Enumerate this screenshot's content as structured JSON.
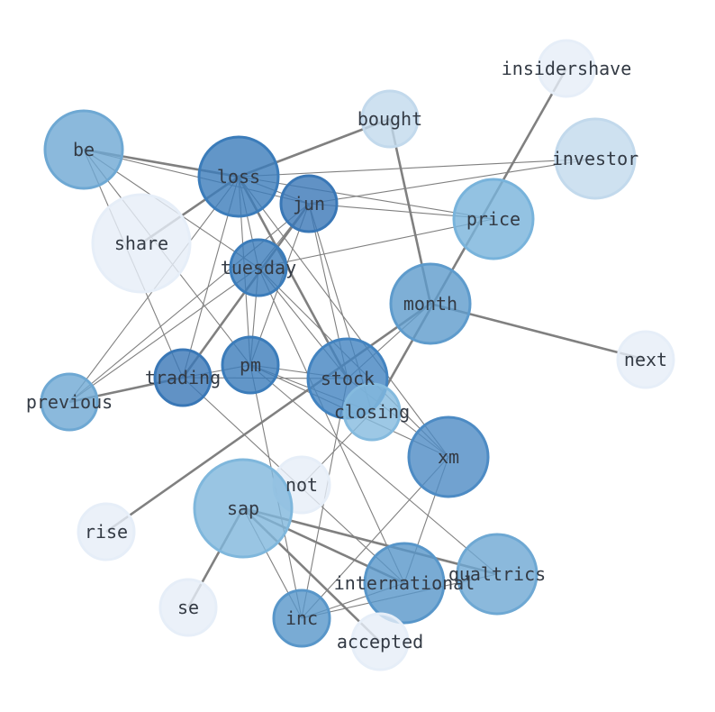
{
  "graph": {
    "nodes": [
      {
        "id": "insidershave",
        "label": "insidershave",
        "color": "#e6eef8"
      },
      {
        "id": "bought",
        "label": "bought",
        "color": "#c2d9ec"
      },
      {
        "id": "be",
        "label": "be",
        "color": "#6ea8d3"
      },
      {
        "id": "loss",
        "label": "loss",
        "color": "#3b7cba"
      },
      {
        "id": "investor",
        "label": "investor",
        "color": "#c2d9ec"
      },
      {
        "id": "jun",
        "label": "jun",
        "color": "#3977b6"
      },
      {
        "id": "share",
        "label": "share",
        "color": "#e6eef8"
      },
      {
        "id": "price",
        "label": "price",
        "color": "#78b3db"
      },
      {
        "id": "tuesday",
        "label": "tuesday",
        "color": "#3b7cba"
      },
      {
        "id": "month",
        "label": "month",
        "color": "#5e9bcc"
      },
      {
        "id": "next",
        "label": "next",
        "color": "#e6eef8"
      },
      {
        "id": "pm",
        "label": "pm",
        "color": "#3b7cba"
      },
      {
        "id": "trading",
        "label": "trading",
        "color": "#3977b6"
      },
      {
        "id": "stock",
        "label": "stock",
        "color": "#4283c0"
      },
      {
        "id": "previous",
        "label": "previous",
        "color": "#6ea8d3"
      },
      {
        "id": "closing",
        "label": "closing",
        "color": "#84bade"
      },
      {
        "id": "xm",
        "label": "xm",
        "color": "#4d8bc4"
      },
      {
        "id": "not",
        "label": "not",
        "color": "#e6eef8"
      },
      {
        "id": "sap",
        "label": "sap",
        "color": "#7fb7dc"
      },
      {
        "id": "rise",
        "label": "rise",
        "color": "#e6eef8"
      },
      {
        "id": "qualtrics",
        "label": "qualtrics",
        "color": "#6ea8d3"
      },
      {
        "id": "international",
        "label": "international",
        "color": "#5896c9"
      },
      {
        "id": "se",
        "label": "se",
        "color": "#e6eef8"
      },
      {
        "id": "inc",
        "label": "inc",
        "color": "#5896c9"
      },
      {
        "id": "accepted",
        "label": "accepted",
        "color": "#e6eef8"
      }
    ],
    "edges": [
      [
        "insidershave",
        "closing",
        "heavy"
      ],
      [
        "bought",
        "month",
        "heavy"
      ],
      [
        "bought",
        "loss",
        "heavy"
      ],
      [
        "loss",
        "share",
        "heavy"
      ],
      [
        "be",
        "loss",
        "heavy"
      ],
      [
        "be",
        "jun",
        "light"
      ],
      [
        "be",
        "tuesday",
        "light"
      ],
      [
        "be",
        "trading",
        "light"
      ],
      [
        "be",
        "pm",
        "light"
      ],
      [
        "loss",
        "investor",
        "light"
      ],
      [
        "loss",
        "jun",
        "light"
      ],
      [
        "loss",
        "price",
        "light"
      ],
      [
        "loss",
        "tuesday",
        "light"
      ],
      [
        "loss",
        "stock",
        "heavy"
      ],
      [
        "loss",
        "pm",
        "light"
      ],
      [
        "loss",
        "trading",
        "light"
      ],
      [
        "loss",
        "previous",
        "light"
      ],
      [
        "loss",
        "xm",
        "light"
      ],
      [
        "jun",
        "price",
        "light"
      ],
      [
        "jun",
        "investor",
        "light"
      ],
      [
        "jun",
        "tuesday",
        "light"
      ],
      [
        "jun",
        "stock",
        "light"
      ],
      [
        "jun",
        "pm",
        "light"
      ],
      [
        "jun",
        "trading",
        "heavy"
      ],
      [
        "jun",
        "previous",
        "light"
      ],
      [
        "jun",
        "closing",
        "light"
      ],
      [
        "tuesday",
        "price",
        "light"
      ],
      [
        "tuesday",
        "previous",
        "light"
      ],
      [
        "tuesday",
        "stock",
        "light"
      ],
      [
        "tuesday",
        "pm",
        "light"
      ],
      [
        "tuesday",
        "xm",
        "light"
      ],
      [
        "tuesday",
        "international",
        "light"
      ],
      [
        "month",
        "next",
        "heavy"
      ],
      [
        "month",
        "rise",
        "heavy"
      ],
      [
        "month",
        "stock",
        "light"
      ],
      [
        "pm",
        "stock",
        "light"
      ],
      [
        "pm",
        "closing",
        "light"
      ],
      [
        "pm",
        "xm",
        "light"
      ],
      [
        "pm",
        "qualtrics",
        "light"
      ],
      [
        "pm",
        "trading",
        "light"
      ],
      [
        "pm",
        "inc",
        "light"
      ],
      [
        "trading",
        "previous",
        "heavy"
      ],
      [
        "trading",
        "stock",
        "light"
      ],
      [
        "trading",
        "international",
        "light"
      ],
      [
        "stock",
        "xm",
        "light"
      ],
      [
        "stock",
        "inc",
        "light"
      ],
      [
        "xm",
        "international",
        "light"
      ],
      [
        "xm",
        "inc",
        "light"
      ],
      [
        "closing",
        "not",
        "light"
      ],
      [
        "sap",
        "se",
        "heavy"
      ],
      [
        "sap",
        "qualtrics",
        "heavy"
      ],
      [
        "sap",
        "international",
        "heavy"
      ],
      [
        "sap",
        "inc",
        "light"
      ],
      [
        "sap",
        "accepted",
        "heavy"
      ],
      [
        "qualtrics",
        "inc",
        "light"
      ],
      [
        "international",
        "inc",
        "light"
      ]
    ]
  }
}
